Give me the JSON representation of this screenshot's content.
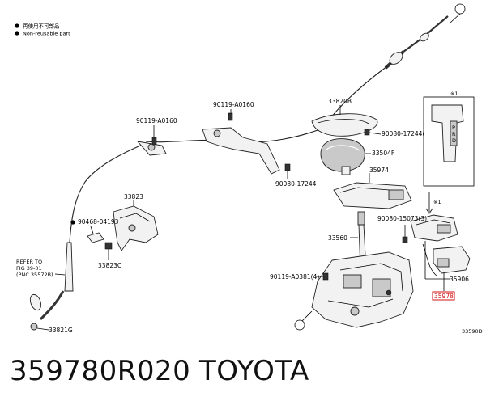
{
  "legend": {
    "reuse_jp": "再使用不可部品",
    "reuse_en": "Non-reusable part"
  },
  "markers": {
    "star1": "※1"
  },
  "labels": {
    "p90119_a0160_top": "90119-A0160",
    "p90119_a0160_left": "90119-A0160",
    "p33820b": "33820B",
    "p90080_17244_2": "90080-17244(2)",
    "p33504f": "33504F",
    "p90080_17244": "90080-17244",
    "p35974": "35974",
    "p33823": "33823",
    "p90468_04193": "90468-04193",
    "p33823c": "33823C",
    "p90080_15073_3": "90080-15073(3)",
    "p33560": "33560",
    "p35906": "35906",
    "p90119_a0381_4": "90119-A0381(4)",
    "p35978": "35978",
    "p33821g": "33821G",
    "refer_1": "REFER TO",
    "refer_2": "FIG 39-01",
    "refer_3": "(PNC 35572B)",
    "fig_code": "33590D"
  },
  "caption": {
    "part_number": "359780R020",
    "brand": "TOYOTA"
  },
  "colors": {
    "highlight": "#d01010"
  }
}
